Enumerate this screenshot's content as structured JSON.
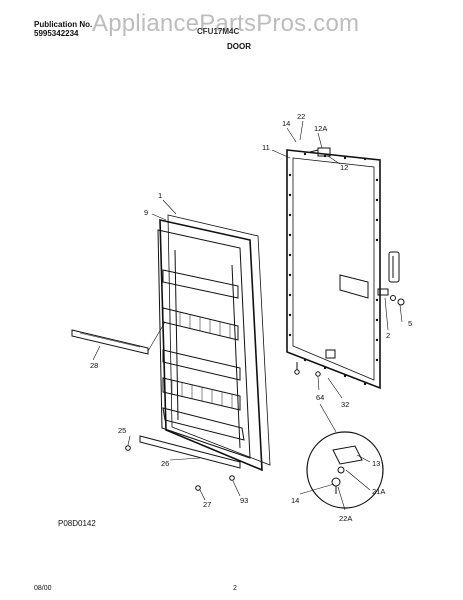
{
  "header": {
    "publication_label": "Publication No.",
    "publication_number": "5995342234",
    "watermark": "AppliancePartsPros.com",
    "model": "CFU17M4C",
    "section_title": "DOOR"
  },
  "callouts": {
    "c1": "1",
    "c9": "9",
    "c11": "11",
    "c12": "12",
    "c12a": "12A",
    "c13": "13",
    "c14_top": "14",
    "c14_detail": "14",
    "c21a": "21A",
    "c22": "22",
    "c22a": "22A",
    "c25": "25",
    "c26": "26",
    "c27": "27",
    "c28": "28",
    "c32": "32",
    "c5": "5",
    "c2": "2",
    "c64": "64",
    "c93": "93"
  },
  "footer": {
    "drawing_code": "P08D0142",
    "date": "08/00",
    "page": "2"
  }
}
